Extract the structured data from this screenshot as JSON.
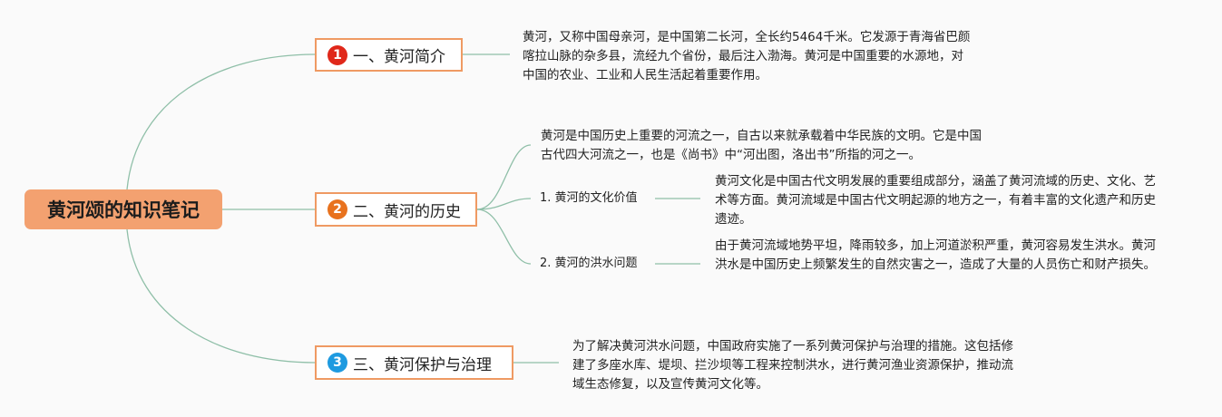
{
  "root": {
    "label": "黄河颂的知识笔记"
  },
  "branches": [
    {
      "number": "1",
      "label": "一、黄河简介",
      "badge_color": "#e0281a",
      "text": "黄河，又称中国母亲河，是中国第二长河，全长约5464千米。它发源于青海省巴颜喀拉山脉的杂多县，流经九个省份，最后注入渤海。黄河是中国重要的水源地，对中国的农业、工业和人民生活起着重要作用。"
    },
    {
      "number": "2",
      "label": "二、黄河的历史",
      "badge_color": "#e8721e",
      "text": "黄河是中国历史上重要的河流之一，自古以来就承载着中华民族的文明。它是中国古代四大河流之一，也是《尚书》中“河出图，洛出书”所指的河之一。",
      "children": [
        {
          "label": "1. 黄河的文化价值",
          "text": "黄河文化是中国古代文明发展的重要组成部分，涵盖了黄河流域的历史、文化、艺术等方面。黄河流域是中国古代文明起源的地方之一，有着丰富的文化遗产和历史遗迹。"
        },
        {
          "label": "2. 黄河的洪水问题",
          "text": "由于黄河流域地势平坦，降雨较多，加上河道淤积严重，黄河容易发生洪水。黄河洪水是中国历史上频繁发生的自然灾害之一，造成了大量的人员伤亡和财产损失。"
        }
      ]
    },
    {
      "number": "3",
      "label": "三、黄河保护与治理",
      "badge_color": "#1e9ae0",
      "text": "为了解决黄河洪水问题，中国政府实施了一系列黄河保护与治理的措施。这包括修建了多座水库、堤坝、拦沙坝等工程来控制洪水，进行黄河渔业资源保护，推动流域生态修复，以及宣传黄河文化等。"
    }
  ],
  "colors": {
    "connector": "#8fbfa8",
    "branch_border": "#ef9a63",
    "root_fill": "#f3a170"
  }
}
